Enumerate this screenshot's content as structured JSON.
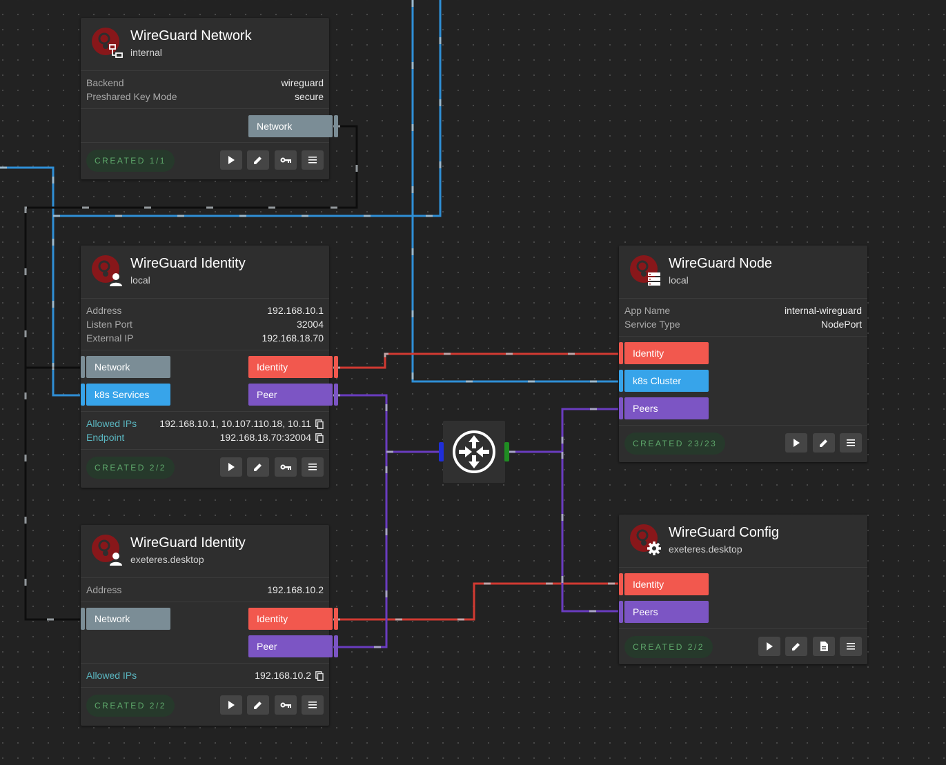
{
  "cards": {
    "network": {
      "title": "WireGuard Network",
      "subtitle": "internal",
      "props": [
        {
          "k": "Backend",
          "v": "wireguard"
        },
        {
          "k": "Preshared Key Mode",
          "v": "secure"
        }
      ],
      "ports": {
        "network": "Network"
      },
      "status": "CREATED 1/1"
    },
    "identity1": {
      "title": "WireGuard Identity",
      "subtitle": "local",
      "props": [
        {
          "k": "Address",
          "v": "192.168.10.1"
        },
        {
          "k": "Listen Port",
          "v": "32004"
        },
        {
          "k": "External IP",
          "v": "192.168.18.70"
        }
      ],
      "ports": {
        "network": "Network",
        "k8s": "k8s Services",
        "identity": "Identity",
        "peer": "Peer"
      },
      "allowed_label": "Allowed IPs",
      "allowed_value": "192.168.10.1, 10.107.110.18, 10.11",
      "endpoint_label": "Endpoint",
      "endpoint_value": "192.168.18.70:32004",
      "status": "CREATED 2/2"
    },
    "identity2": {
      "title": "WireGuard Identity",
      "subtitle": "exeteres.desktop",
      "props": [
        {
          "k": "Address",
          "v": "192.168.10.2"
        }
      ],
      "ports": {
        "network": "Network",
        "identity": "Identity",
        "peer": "Peer"
      },
      "allowed_label": "Allowed IPs",
      "allowed_value": "192.168.10.2",
      "status": "CREATED 2/2"
    },
    "node": {
      "title": "WireGuard Node",
      "subtitle": "local",
      "props": [
        {
          "k": "App Name",
          "v": "internal-wireguard"
        },
        {
          "k": "Service Type",
          "v": "NodePort"
        }
      ],
      "ports": {
        "identity": "Identity",
        "k8s": "k8s Cluster",
        "peers": "Peers"
      },
      "status": "CREATED 23/23"
    },
    "config": {
      "title": "WireGuard Config",
      "subtitle": "exeteres.desktop",
      "ports": {
        "identity": "Identity",
        "peers": "Peers"
      },
      "status": "CREATED 2/2"
    }
  },
  "icons": {
    "play": "play-icon",
    "edit": "pencil-icon",
    "key": "key-icon",
    "menu": "menu-icon",
    "doc": "document-icon",
    "router": "router-icon",
    "copy": "copy-icon"
  },
  "colors": {
    "gray": "#7b8d96",
    "red": "#f2584e",
    "blue": "#37a4ea",
    "purple": "#7c55c4",
    "status_text": "#5ea86b",
    "background": "#222222",
    "card": "#2e2e2e"
  }
}
